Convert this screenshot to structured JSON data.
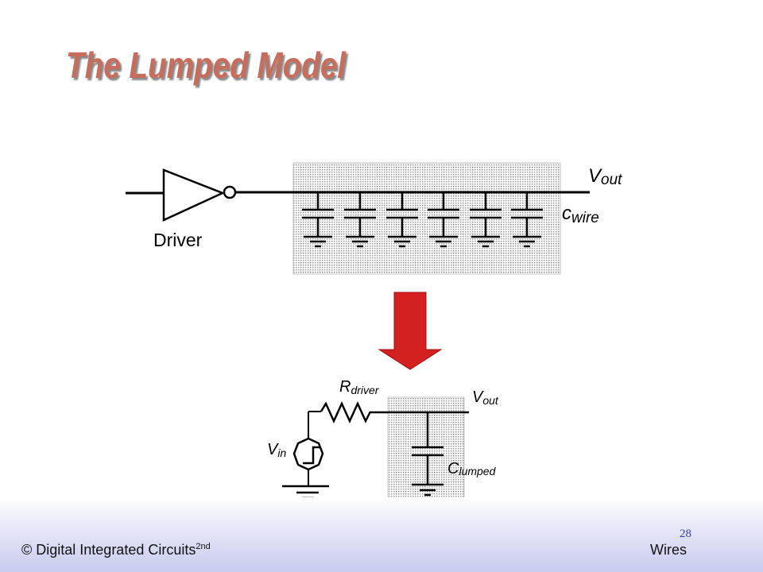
{
  "slide": {
    "title": "The Lumped Model"
  },
  "diagram_top": {
    "driver_label": "Driver",
    "vout_main": "V",
    "vout_sub": "out",
    "cwire_main": "c",
    "cwire_sub": "wire"
  },
  "diagram_bottom": {
    "rdriver_main": "R",
    "rdriver_sub": "driver",
    "vout_main": "V",
    "vout_sub": "out",
    "vin_main": "V",
    "vin_sub": "in",
    "clumped_main": "C",
    "clumped_sub": "lumped"
  },
  "arrow": {
    "color": "#d42020"
  },
  "footer": {
    "left_text": "© Digital Integrated Circuits",
    "left_sup": "2nd",
    "right_text": "Wires",
    "page_number": "28"
  },
  "colors": {
    "title": "#c86c5c",
    "page_number": "#3b3bbf"
  }
}
